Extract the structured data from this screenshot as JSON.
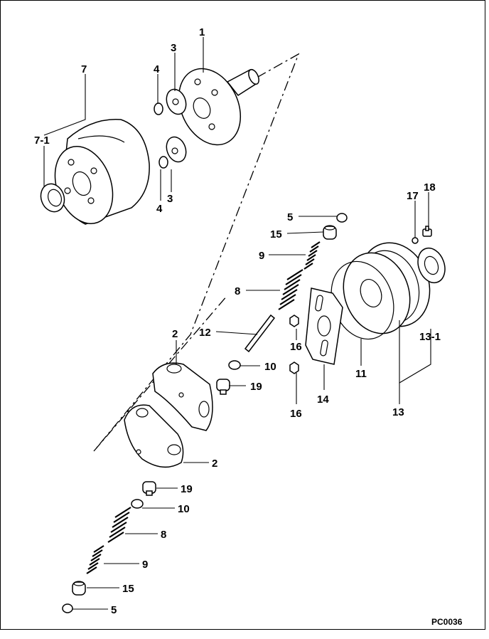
{
  "diagram": {
    "drawing_code": "PC0036",
    "callouts": {
      "c1": "1",
      "c2a": "2",
      "c2b": "2",
      "c3a": "3",
      "c3b": "3",
      "c4a": "4",
      "c4b": "4",
      "c5a": "5",
      "c5b": "5",
      "c7": "7",
      "c7_1": "7-1",
      "c8a": "8",
      "c8b": "8",
      "c9a": "9",
      "c9b": "9",
      "c10a": "10",
      "c10b": "10",
      "c11": "11",
      "c12": "12",
      "c13": "13",
      "c13_1": "13-1",
      "c14": "14",
      "c15a": "15",
      "c15b": "15",
      "c16a": "16",
      "c16b": "16",
      "c17": "17",
      "c18": "18",
      "c19a": "19",
      "c19b": "19"
    }
  }
}
